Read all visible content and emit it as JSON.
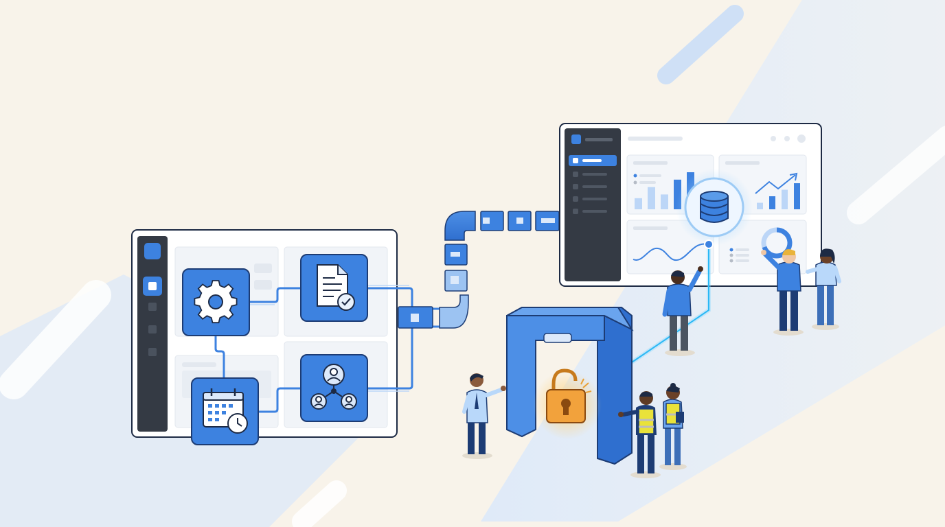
{
  "colors": {
    "background": "#f8f3ea",
    "accent_blue": "#3d82e0",
    "dark_blue": "#1d3c74",
    "panel_dark": "#343a44",
    "light_blue": "#dce9fa",
    "lock_orange": "#f2a23c",
    "vest_yellow": "#e9e23a",
    "glow_cyan": "#55c8ff"
  },
  "icons": {
    "workflow_tiles": [
      "gear-icon",
      "document-check-icon",
      "calendar-clock-icon",
      "team-network-icon"
    ],
    "dashboard_center": "database-icon",
    "gateway_center": "unlocked-padlock-icon"
  },
  "chart_data": [
    {
      "type": "bar",
      "values": [
        3,
        6,
        4,
        8,
        10
      ]
    },
    {
      "type": "bar",
      "values": [
        2,
        4,
        6,
        8
      ]
    },
    {
      "type": "pie",
      "values": [
        70,
        30
      ]
    }
  ]
}
